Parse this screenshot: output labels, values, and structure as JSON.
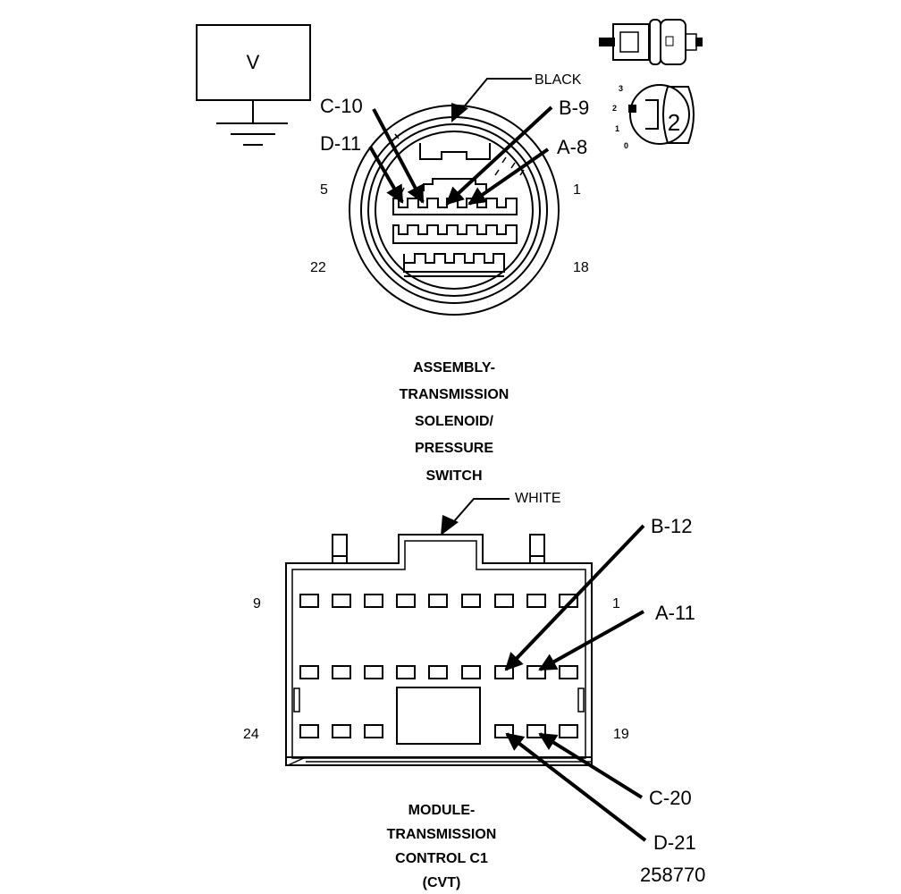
{
  "voltmeter": {
    "symbol": "V"
  },
  "connector1": {
    "housing_color": "BLACK",
    "corner_pins": {
      "top_left": "5",
      "top_right": "1",
      "bottom_left": "22",
      "bottom_right": "18"
    },
    "callouts": {
      "c": "C-10",
      "d": "D-11",
      "b": "B-9",
      "a": "A-8"
    },
    "title": [
      "ASSEMBLY-",
      "TRANSMISSION",
      "SOLENOID/",
      "PRESSURE",
      "SWITCH"
    ]
  },
  "connector2": {
    "housing_color": "WHITE",
    "corner_pins": {
      "top_left": "9",
      "top_right": "1",
      "bottom_left": "24",
      "bottom_right": "19"
    },
    "callouts": {
      "b": "B-12",
      "a": "A-11",
      "c": "C-20",
      "d": "D-21"
    },
    "title": [
      "MODULE-",
      "TRANSMISSION",
      "CONTROL C1",
      "(CVT)"
    ]
  },
  "dial": {
    "scale": [
      "3",
      "2",
      "1",
      "0"
    ],
    "value": "2"
  },
  "figure_id": "258770"
}
